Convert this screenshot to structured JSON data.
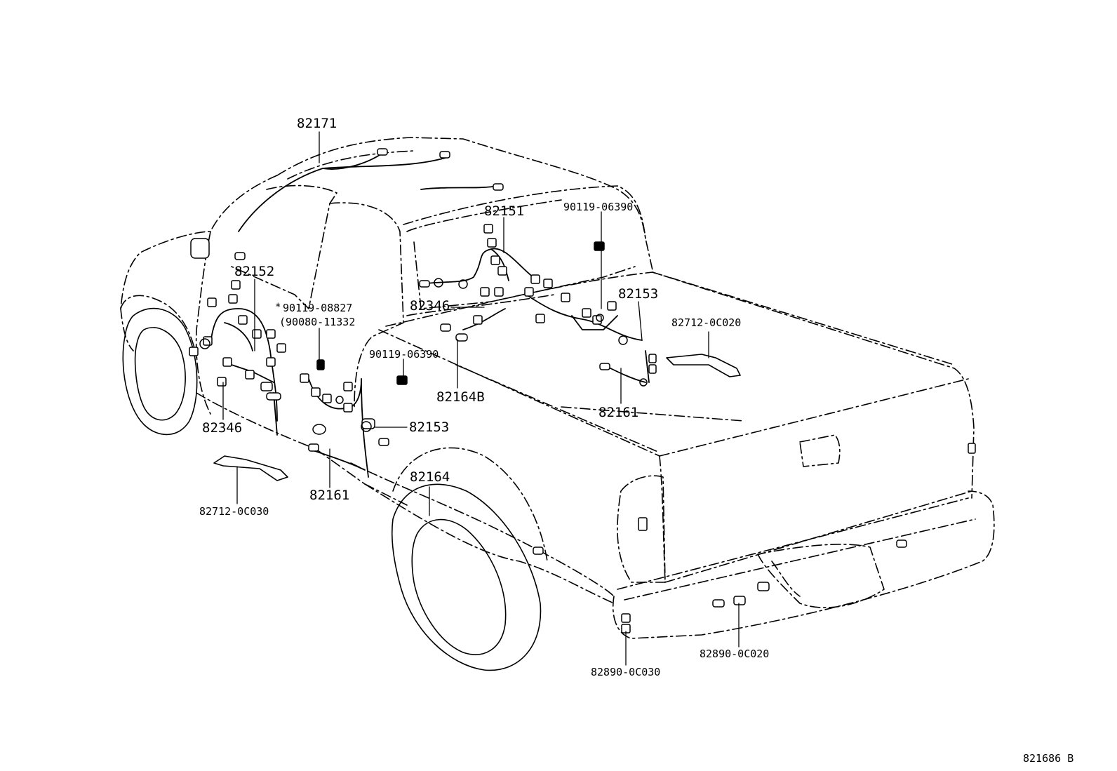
{
  "callouts": {
    "p82171": "82171",
    "p82151": "82151",
    "p90119_06390_top": "90119-06390",
    "p82152": "82152",
    "p90119_08827": "90119-08827",
    "p90080_11332": "(90080-11332",
    "p82346_center": "82346",
    "p82153_right": "82153",
    "p82712_0C020": "82712-0C020",
    "p90119_06390_mid": "90119-06390",
    "p82164B": "82164B",
    "p82161_right": "82161",
    "p82346_left": "82346",
    "p82153_mid": "82153",
    "p82712_0C030": "82712-0C030",
    "p82161_left": "82161",
    "p82164": "82164",
    "p82890_0C020": "82890-0C020",
    "p82890_0C030": "82890-0C030"
  },
  "marks": {
    "asterisk": "*"
  },
  "figure_id": "821686 B"
}
